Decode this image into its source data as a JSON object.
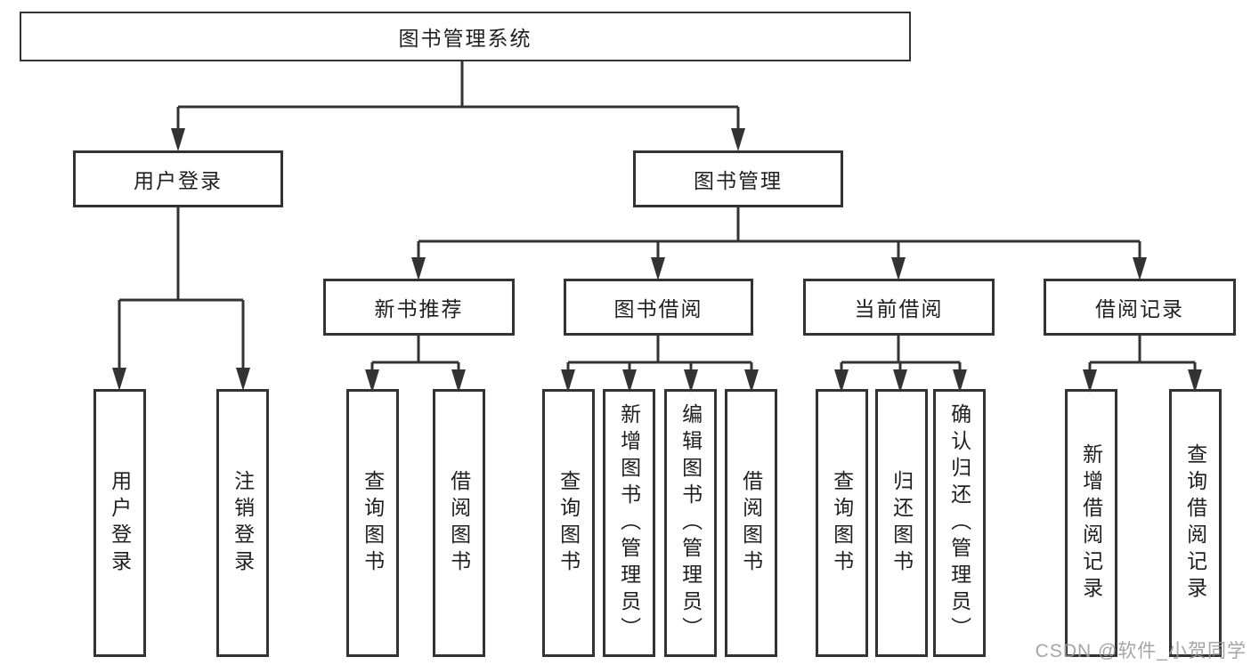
{
  "colors": {
    "line": "#333333",
    "text": "#1f1f1f",
    "watermark": "#9c9c9c",
    "background": "#ffffff"
  },
  "tree": {
    "root": {
      "label": "图书管理系统",
      "children": [
        {
          "label": "用户登录",
          "children": [
            {
              "label": "用户登录"
            },
            {
              "label": "注销登录"
            }
          ]
        },
        {
          "label": "图书管理",
          "children": [
            {
              "label": "新书推荐",
              "children": [
                {
                  "label": "查询图书"
                },
                {
                  "label": "借阅图书"
                }
              ]
            },
            {
              "label": "图书借阅",
              "children": [
                {
                  "label": "查询图书"
                },
                {
                  "label": "新增图书（管理员）"
                },
                {
                  "label": "编辑图书（管理员）"
                },
                {
                  "label": "借阅图书"
                }
              ]
            },
            {
              "label": "当前借阅",
              "children": [
                {
                  "label": "查询图书"
                },
                {
                  "label": "归还图书"
                },
                {
                  "label": "确认归还（管理员）"
                }
              ]
            },
            {
              "label": "借阅记录",
              "children": [
                {
                  "label": "新增借阅记录"
                },
                {
                  "label": "查询借阅记录"
                }
              ]
            }
          ]
        }
      ]
    }
  },
  "watermark": {
    "text": "CSDN @软件_小贺同学"
  }
}
